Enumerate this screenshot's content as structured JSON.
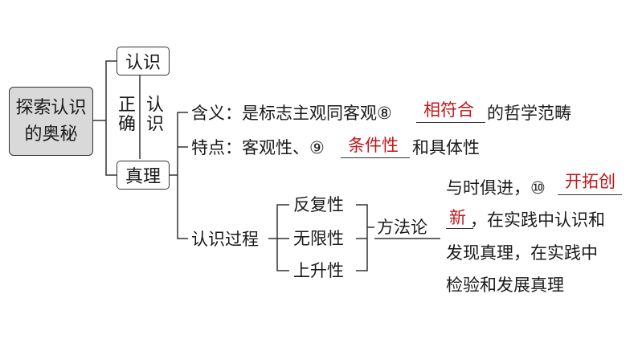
{
  "root": {
    "line1": "探索认识",
    "line2": "的奥秘"
  },
  "renshi": {
    "label": "认识"
  },
  "correct_cognition": {
    "left": "正确",
    "right": "认识"
  },
  "zhenli": {
    "label": "真理"
  },
  "meaning": {
    "prefix": "含义：是标志主观同客观⑧",
    "answer": "相符合",
    "suffix": "的哲学范畴"
  },
  "feature": {
    "prefix": "特点：客观性、⑨",
    "answer": "条件性",
    "suffix": "和具体性"
  },
  "process": {
    "label": "认识过程",
    "items": [
      "反复性",
      "无限性",
      "上升性"
    ],
    "method": "方法论",
    "note": {
      "line1_prefix": "与时俱进，⑩",
      "line1_answer": "开拓创",
      "line2_answer": "新",
      "line2_suffix": "，在实践中认识和",
      "line3": "发现真理，在实践中",
      "line4": "检验和发展真理"
    }
  },
  "colors": {
    "answer": "#c0171b",
    "root_bg": "#d9d9d9",
    "line": "#333333"
  }
}
